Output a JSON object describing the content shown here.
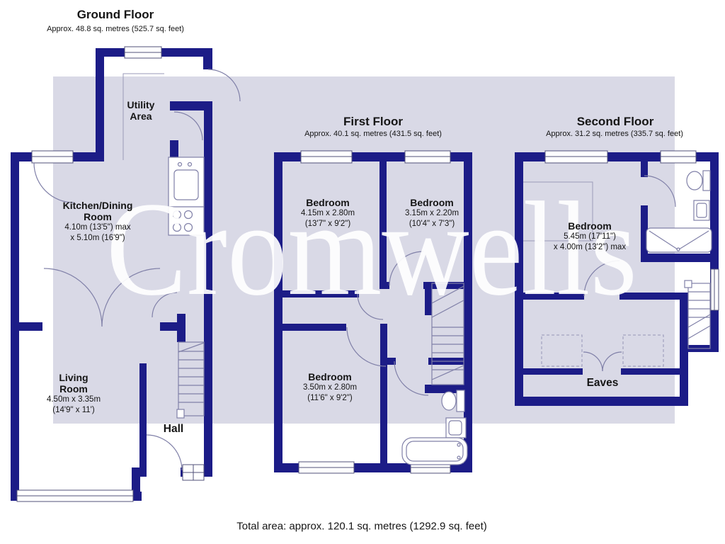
{
  "watermark": "Cromwells",
  "total_area": "Total area: approx. 120.1 sq. metres (1292.9 sq. feet)",
  "colors": {
    "wall": "#1c1c87",
    "band": "#d9d9e6",
    "thin_line": "#8080a8",
    "text": "#151515",
    "watermark_color": "#ffffff"
  },
  "ground_floor": {
    "title": "Ground Floor",
    "area": "Approx. 48.8 sq. metres (525.7 sq. feet)",
    "utility": {
      "name1": "Utility",
      "name2": "Area"
    },
    "kitchen": {
      "name1": "Kitchen/Dining",
      "name2": "Room",
      "dim1": "4.10m (13'5\") max",
      "dim2": "x 5.10m (16'9\")"
    },
    "living": {
      "name1": "Living",
      "name2": "Room",
      "dim1": "4.50m x 3.35m",
      "dim2": "(14'9\" x 11')"
    },
    "hall": {
      "name": "Hall"
    }
  },
  "first_floor": {
    "title": "First Floor",
    "area": "Approx. 40.1 sq. metres (431.5 sq. feet)",
    "bedroom1": {
      "name": "Bedroom",
      "dim1": "4.15m x 2.80m",
      "dim2": "(13'7\" x 9'2\")"
    },
    "bedroom2": {
      "name": "Bedroom",
      "dim1": "3.15m x 2.20m",
      "dim2": "(10'4\" x 7'3\")"
    },
    "bedroom3": {
      "name": "Bedroom",
      "dim1": "3.50m x 2.80m",
      "dim2": "(11'6\" x 9'2\")"
    }
  },
  "second_floor": {
    "title": "Second Floor",
    "area": "Approx. 31.2 sq. metres (335.7 sq. feet)",
    "bedroom": {
      "name": "Bedroom",
      "dim1": "5.45m (17'11\")",
      "dim2": "x 4.00m (13'2\") max"
    },
    "eaves": {
      "name": "Eaves"
    }
  }
}
